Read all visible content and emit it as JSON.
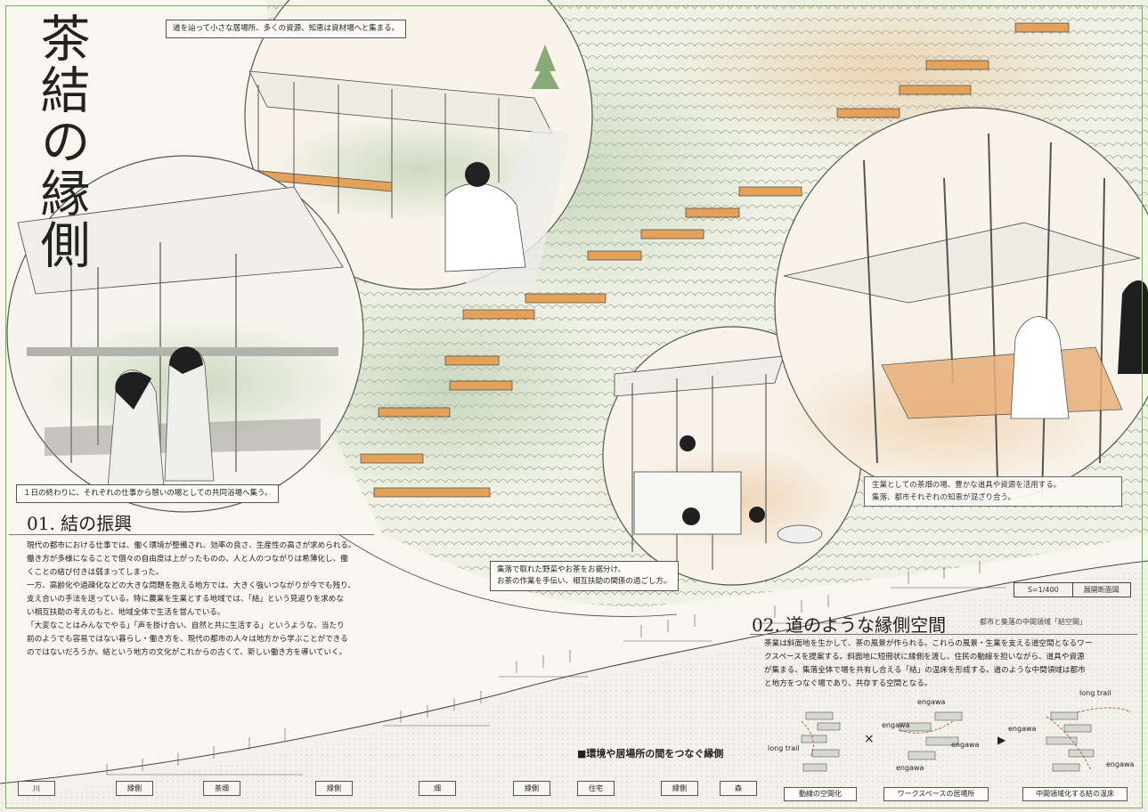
{
  "board": {
    "title": "茶結の縁側",
    "colors": {
      "frame": "#7ea86a",
      "wood": "#d98c3a",
      "paper": "#f8f6ef",
      "green": "#b9ceb0",
      "ink": "#222222"
    }
  },
  "captions": {
    "top": "道を辿って小さな居場所、多くの資源、知恵は資材場へと集まる。",
    "left": "１日の終わりに、それぞれの仕事から憩いの場としての共同浴場へ集う。",
    "center": [
      "集落で取れた野菜やお茶をお裾分け、",
      "お茶の作業を手伝い、相互扶助の関係の過ごし方。"
    ],
    "right": [
      "生業としての茶畑の場、豊かな道具や資源を活用する。",
      "集落、都市それぞれの知恵が混ざり合う。"
    ]
  },
  "section1": {
    "heading": "01. 結の振興",
    "lines": [
      "現代の都市における仕事では、働く環境が整備され、効率の良さ、生産性の高さが求められる。",
      "働き方が多様になることで個々の自由度は上がったものの、人と人のつながりは希薄化し、働",
      "くことの結び付きは弱まってしまった。",
      "一方、高齢化や過疎化などの大きな問題を抱える地方では、大きく強いつながりが今でも残り、",
      "支え合いの手法を送っている。特に農業を生業とする地域では、「結」という見返りを求めな",
      "い相互扶助の考えのもと、地域全体で生活を営んでいる。",
      "「大変なことはみんなでやる」「声を掛け合い、自然と共に生活する」というような、当たり",
      "前のようでも容易ではない暮らし・働き方を、現代の都市の人々は地方から学ぶことができる",
      "のではないだろうか。結という地方の文化がこれからの古くて、新しい働き方を導いていく。"
    ]
  },
  "scale": {
    "label": "S=1/400",
    "name": "展開断面図"
  },
  "section2": {
    "heading": "02. 道のような縁側空間",
    "subheading": "都市と集落の中間領域「結空間」",
    "lines": [
      "茶業は斜面地を生かして、茶の風景が作られる。これらの風景・生業を支える道空間となるワー",
      "クスペースを提案する。斜面地に短冊状に縁側を渡し、住民の動線を担いながら、道具や資源",
      "が集まる、集落全体で場を共有し合える「結」の温床を形成する。道のような中間領域は都市",
      "と地方をつなぐ場であり、共存する空間となる。"
    ]
  },
  "bottom_heading": "■環境や居場所の間をつなぐ縁側",
  "section_labels": [
    "川",
    "縁側",
    "茶畑",
    "縁側",
    "畑",
    "縁側",
    "住宅",
    "縁側",
    "森"
  ],
  "diagram": {
    "labels": [
      "動線の空間化",
      "ワークスペースの居場所",
      "中間領域化する結の温床"
    ],
    "operators": [
      "×",
      "▶"
    ],
    "terms": {
      "long_trail": "long trail",
      "engawa": "engawa"
    }
  }
}
